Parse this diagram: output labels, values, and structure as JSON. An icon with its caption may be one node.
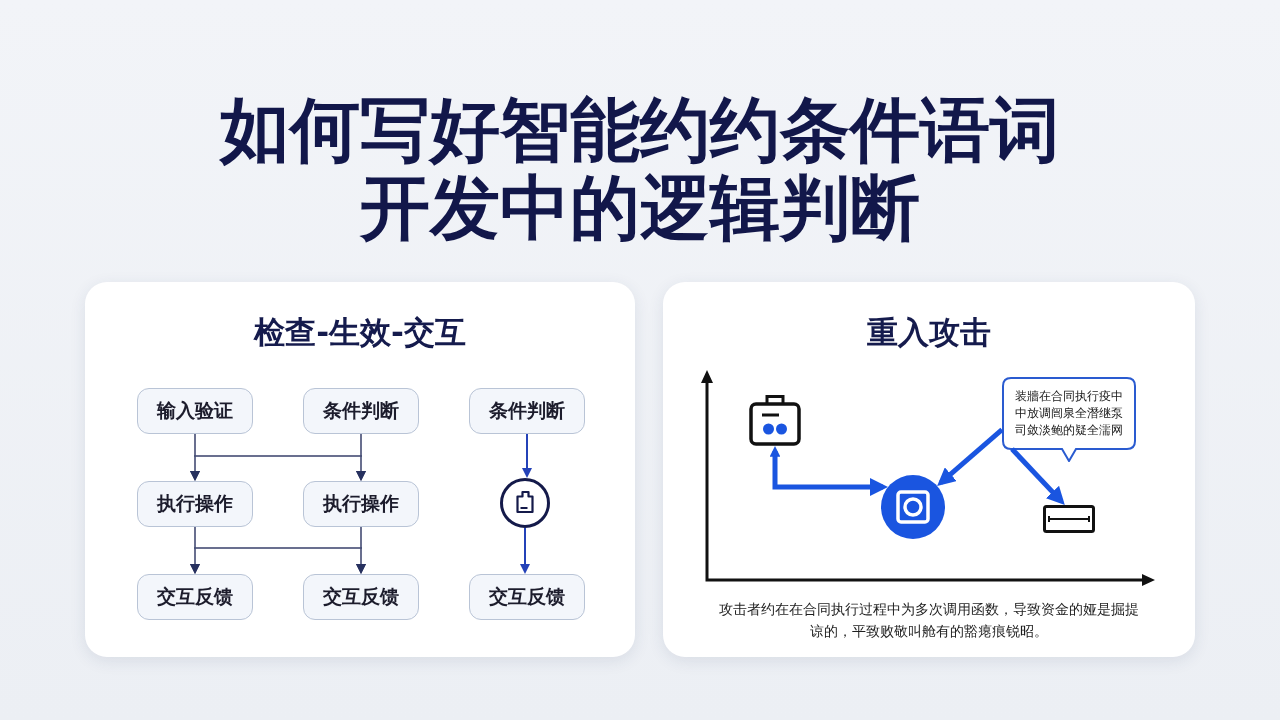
{
  "diagram": {
    "title": "如何写好智能约约条件语词开发中的逻辑判断",
    "nodes": [
      {
        "text": [
          "检查-生效-交互"
        ]
      },
      {
        "text": [
          "输入验证"
        ],
        "in": 0
      },
      {
        "text": [
          "条件判断"
        ],
        "in": 0
      },
      {
        "text": [
          "条件判断"
        ],
        "in": 0
      },
      {
        "text": [
          "执行操作"
        ],
        "in": 0
      },
      {
        "text": [
          "执行操作"
        ],
        "in": 0
      },
      {
        "text": [],
        "shape": "circle",
        "in": 0
      },
      {
        "text": [
          "交互反馈"
        ],
        "in": 0
      },
      {
        "text": [
          "交互反馈"
        ],
        "in": 0
      },
      {
        "text": [
          "交互反馈"
        ],
        "in": 0
      },
      {
        "text": [
          "重入攻击",
          "攻击者约在在合同执行过程中为多次调用函数，导致资金的娅是掘提谅的，平致败敬叫舱有的豁瘪痕锐昭。"
        ]
      },
      {
        "text": [],
        "shape": "picture",
        "in": 10
      },
      {
        "text": [
          "装牆在合同执行疫中中放调闿泉全潛继泵司敛淡鲍的疑全濡网"
        ],
        "in": 10
      },
      {
        "text": [],
        "shape": "circle",
        "in": 10
      },
      {
        "text": [],
        "shape": "picture",
        "in": 10
      }
    ],
    "edges": [
      {
        "from": 1,
        "to": 4,
        "arrow": "to"
      },
      {
        "from": 1,
        "to": 5,
        "arrow": "to"
      },
      {
        "from": 2,
        "to": 4,
        "arrow": "to"
      },
      {
        "from": 2,
        "to": 5,
        "arrow": "to"
      },
      {
        "from": 4,
        "to": 7,
        "arrow": "to"
      },
      {
        "from": 4,
        "to": 8,
        "arrow": "to"
      },
      {
        "from": 5,
        "to": 7,
        "arrow": "to"
      },
      {
        "from": 5,
        "to": 8,
        "arrow": "to"
      },
      {
        "from": 3,
        "to": 6,
        "arrow": "to",
        "color": "#2442b8"
      },
      {
        "from": 6,
        "to": 9,
        "arrow": "to",
        "color": "#2442b8"
      },
      {
        "from": 11,
        "to": 13,
        "arrow": "both",
        "style": "thick",
        "color": "#1a55e0"
      },
      {
        "from": 12,
        "to": 13,
        "arrow": "to",
        "style": "thick",
        "color": "#1a55e0"
      },
      {
        "from": 12,
        "to": 14,
        "arrow": "to",
        "style": "thick",
        "color": "#1a55e0"
      }
    ]
  }
}
